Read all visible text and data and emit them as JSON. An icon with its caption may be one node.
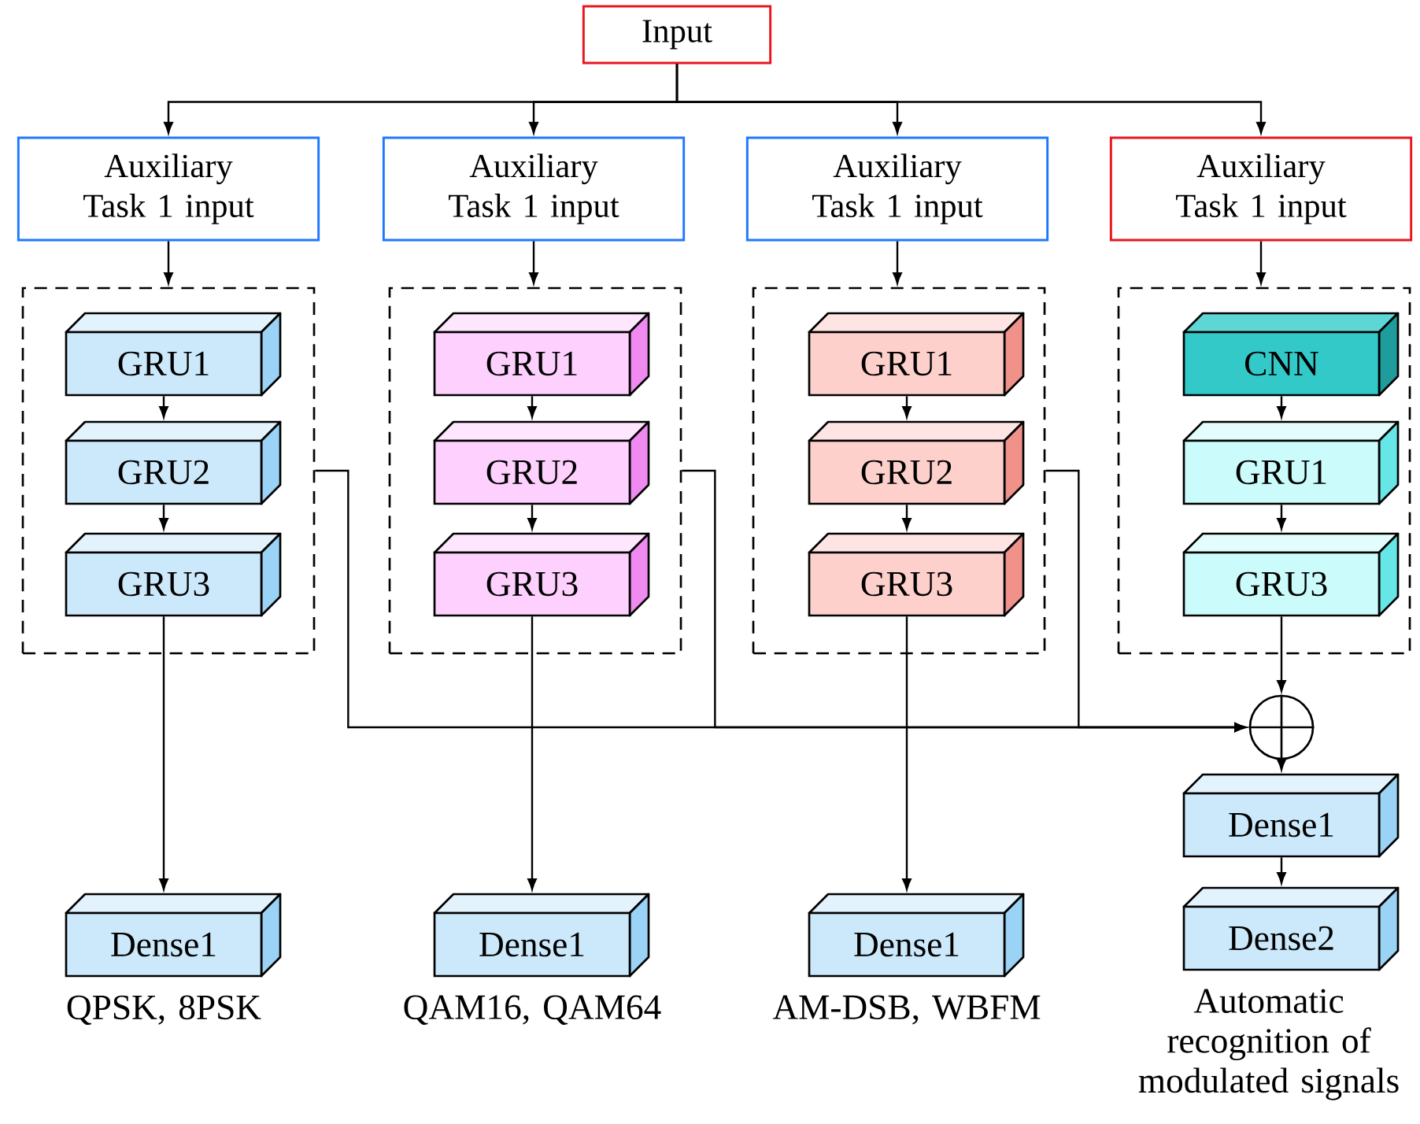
{
  "diagram": {
    "nodes": [
      {
        "text": [
          "Input"
        ]
      },
      {
        "text": [
          "Auxiliary Task 1 input"
        ]
      },
      {
        "text": [
          "Auxiliary Task 1 input"
        ]
      },
      {
        "text": [
          "Auxiliary Task 1 input"
        ]
      },
      {
        "text": [
          "Auxiliary Task 1 input"
        ]
      },
      {
        "text": [],
        "shape": "box"
      },
      {
        "text": [
          "GRU1"
        ],
        "in": 5
      },
      {
        "text": [
          "GRU2"
        ],
        "in": 5
      },
      {
        "text": [
          "GRU3"
        ],
        "in": 5
      },
      {
        "text": [],
        "shape": "box"
      },
      {
        "text": [
          "GRU1"
        ],
        "in": 9
      },
      {
        "text": [
          "GRU2"
        ],
        "in": 9
      },
      {
        "text": [
          "GRU3"
        ],
        "in": 9
      },
      {
        "text": [],
        "shape": "box"
      },
      {
        "text": [
          "GRU1"
        ],
        "in": 13
      },
      {
        "text": [
          "GRU2"
        ],
        "in": 13
      },
      {
        "text": [
          "GRU3"
        ],
        "in": 13
      },
      {
        "text": [],
        "shape": "box"
      },
      {
        "text": [
          "CNN"
        ],
        "in": 17
      },
      {
        "text": [
          "GRU1"
        ],
        "in": 17
      },
      {
        "text": [
          "GRU3"
        ],
        "in": 17
      },
      {
        "text": [],
        "shape": "circle"
      },
      {
        "text": [
          "Dense1"
        ],
        "beside": [
          "QPSK, 8PSK"
        ]
      },
      {
        "text": [
          "Dense1"
        ],
        "beside": [
          "QAM16, QAM64"
        ]
      },
      {
        "text": [
          "Dense1"
        ],
        "beside": [
          "AM-DSB, WBFM"
        ]
      },
      {
        "text": [
          "Dense1"
        ]
      },
      {
        "text": [
          "Dense2"
        ],
        "beside": [
          "Automatic recognition of modulated signals"
        ]
      }
    ],
    "edges": [
      {
        "from": 0,
        "to": 1,
        "arrow": "to"
      },
      {
        "from": 0,
        "to": 2,
        "arrow": "to"
      },
      {
        "from": 0,
        "to": 3,
        "arrow": "to"
      },
      {
        "from": 0,
        "to": 4,
        "arrow": "to"
      },
      {
        "from": 1,
        "to": 5,
        "arrow": "to"
      },
      {
        "from": 2,
        "to": 9,
        "arrow": "to"
      },
      {
        "from": 3,
        "to": 13,
        "arrow": "to"
      },
      {
        "from": 4,
        "to": 17,
        "arrow": "to"
      },
      {
        "from": 6,
        "to": 7,
        "arrow": "to"
      },
      {
        "from": 7,
        "to": 8,
        "arrow": "to"
      },
      {
        "from": 10,
        "to": 11,
        "arrow": "to"
      },
      {
        "from": 11,
        "to": 12,
        "arrow": "to"
      },
      {
        "from": 14,
        "to": 15,
        "arrow": "to"
      },
      {
        "from": 15,
        "to": 16,
        "arrow": "to"
      },
      {
        "from": 18,
        "to": 19,
        "arrow": "to"
      },
      {
        "from": 19,
        "to": 20,
        "arrow": "to"
      },
      {
        "from": 8,
        "to": 22,
        "arrow": "to"
      },
      {
        "from": 12,
        "to": 23,
        "arrow": "to"
      },
      {
        "from": 16,
        "to": 24,
        "arrow": "to"
      },
      {
        "from": 20,
        "to": 21,
        "arrow": "to"
      },
      {
        "from": 5,
        "to": 21,
        "arrow": "to"
      },
      {
        "from": 9,
        "to": 21,
        "arrow": "to"
      },
      {
        "from": 13,
        "to": 21,
        "arrow": "to"
      },
      {
        "from": 21,
        "to": 25,
        "arrow": "to"
      },
      {
        "from": 25,
        "to": 26,
        "arrow": "to"
      }
    ]
  }
}
